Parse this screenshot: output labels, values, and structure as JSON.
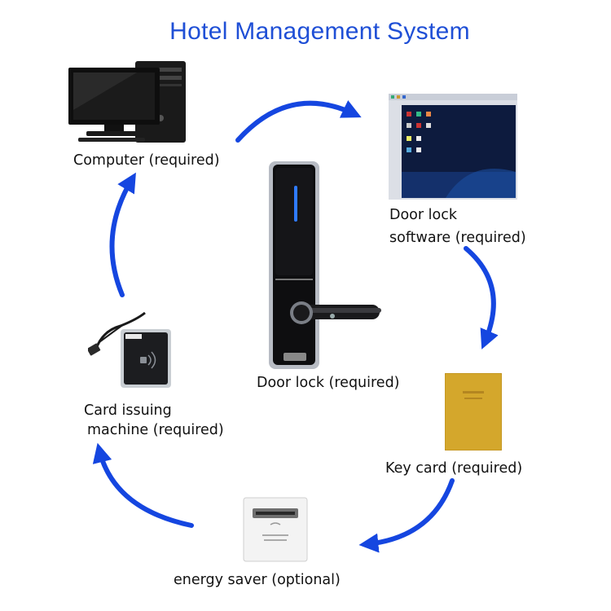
{
  "title": "Hotel Management System",
  "nodes": {
    "computer": {
      "label": "Computer (required)",
      "icon": "desktop-computer-icon"
    },
    "software": {
      "label_line1": "Door lock",
      "label_line2": "software (required)",
      "icon": "software-screenshot-icon"
    },
    "door_lock": {
      "label": "Door lock (required)",
      "icon": "door-lock-icon"
    },
    "key_card": {
      "label": "Key card (required)",
      "icon": "key-card-icon"
    },
    "energy_saver": {
      "label": "energy saver (optional)",
      "icon": "energy-saver-switch-icon"
    },
    "card_machine": {
      "label_line1": "Card issuing",
      "label_line2": "machine (required)",
      "icon": "card-encoder-icon"
    }
  },
  "colors": {
    "title": "#1f4fd6",
    "arrow": "#1546e0",
    "card_gold": "#d4a72c"
  }
}
